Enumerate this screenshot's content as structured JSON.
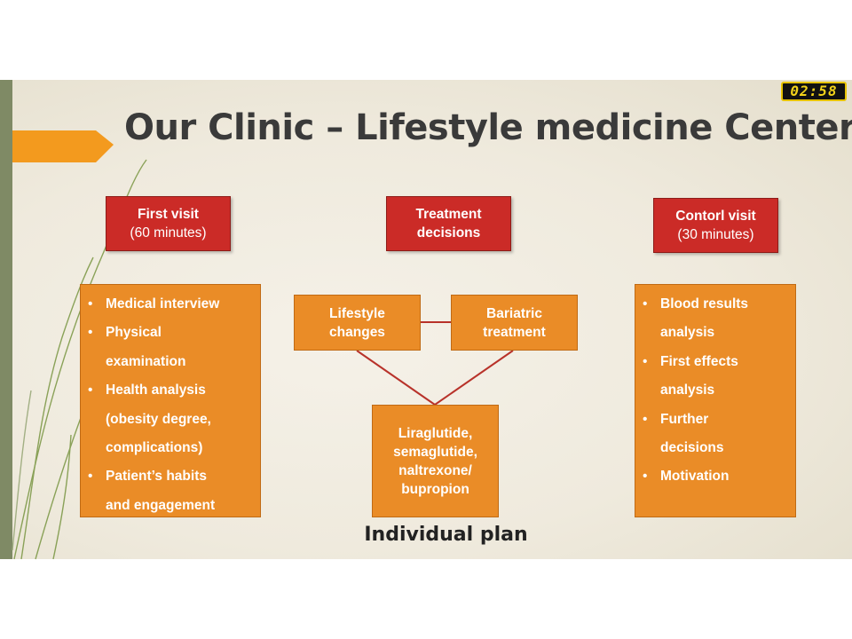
{
  "timer": "02:58",
  "title": "Our Clinic – Lifestyle medicine Center",
  "columns": {
    "first": {
      "header_bold": "First visit",
      "header_sub": "(60 minutes)",
      "items": [
        "Medical interview",
        "Physical",
        "examination",
        "Health analysis",
        "(obesity degree,",
        "complications)",
        "Patient’s habits",
        "and engagement"
      ]
    },
    "middle": {
      "header_line1": "Treatment",
      "header_line2": "decisions",
      "lifestyle_line1": "Lifestyle",
      "lifestyle_line2": "changes",
      "bariatric_line1": "Bariatric",
      "bariatric_line2": "treatment",
      "drugs": [
        "Liraglutide,",
        "semaglutide,",
        "naltrexone/",
        "bupropion"
      ]
    },
    "control": {
      "header_bold": "Contorl visit",
      "header_sub": "(30 minutes)",
      "items": [
        "Blood results",
        "analysis",
        "First effects",
        "analysis",
        "Further",
        "decisions",
        "Motivation"
      ]
    }
  },
  "plan_label": "Individual plan",
  "colors": {
    "red_box": "#cb2b27",
    "orange_box": "#ea8c27",
    "connector": "#b8322a",
    "accent_arrow": "#f39a1e",
    "vine_green": "#7f9a4a"
  }
}
